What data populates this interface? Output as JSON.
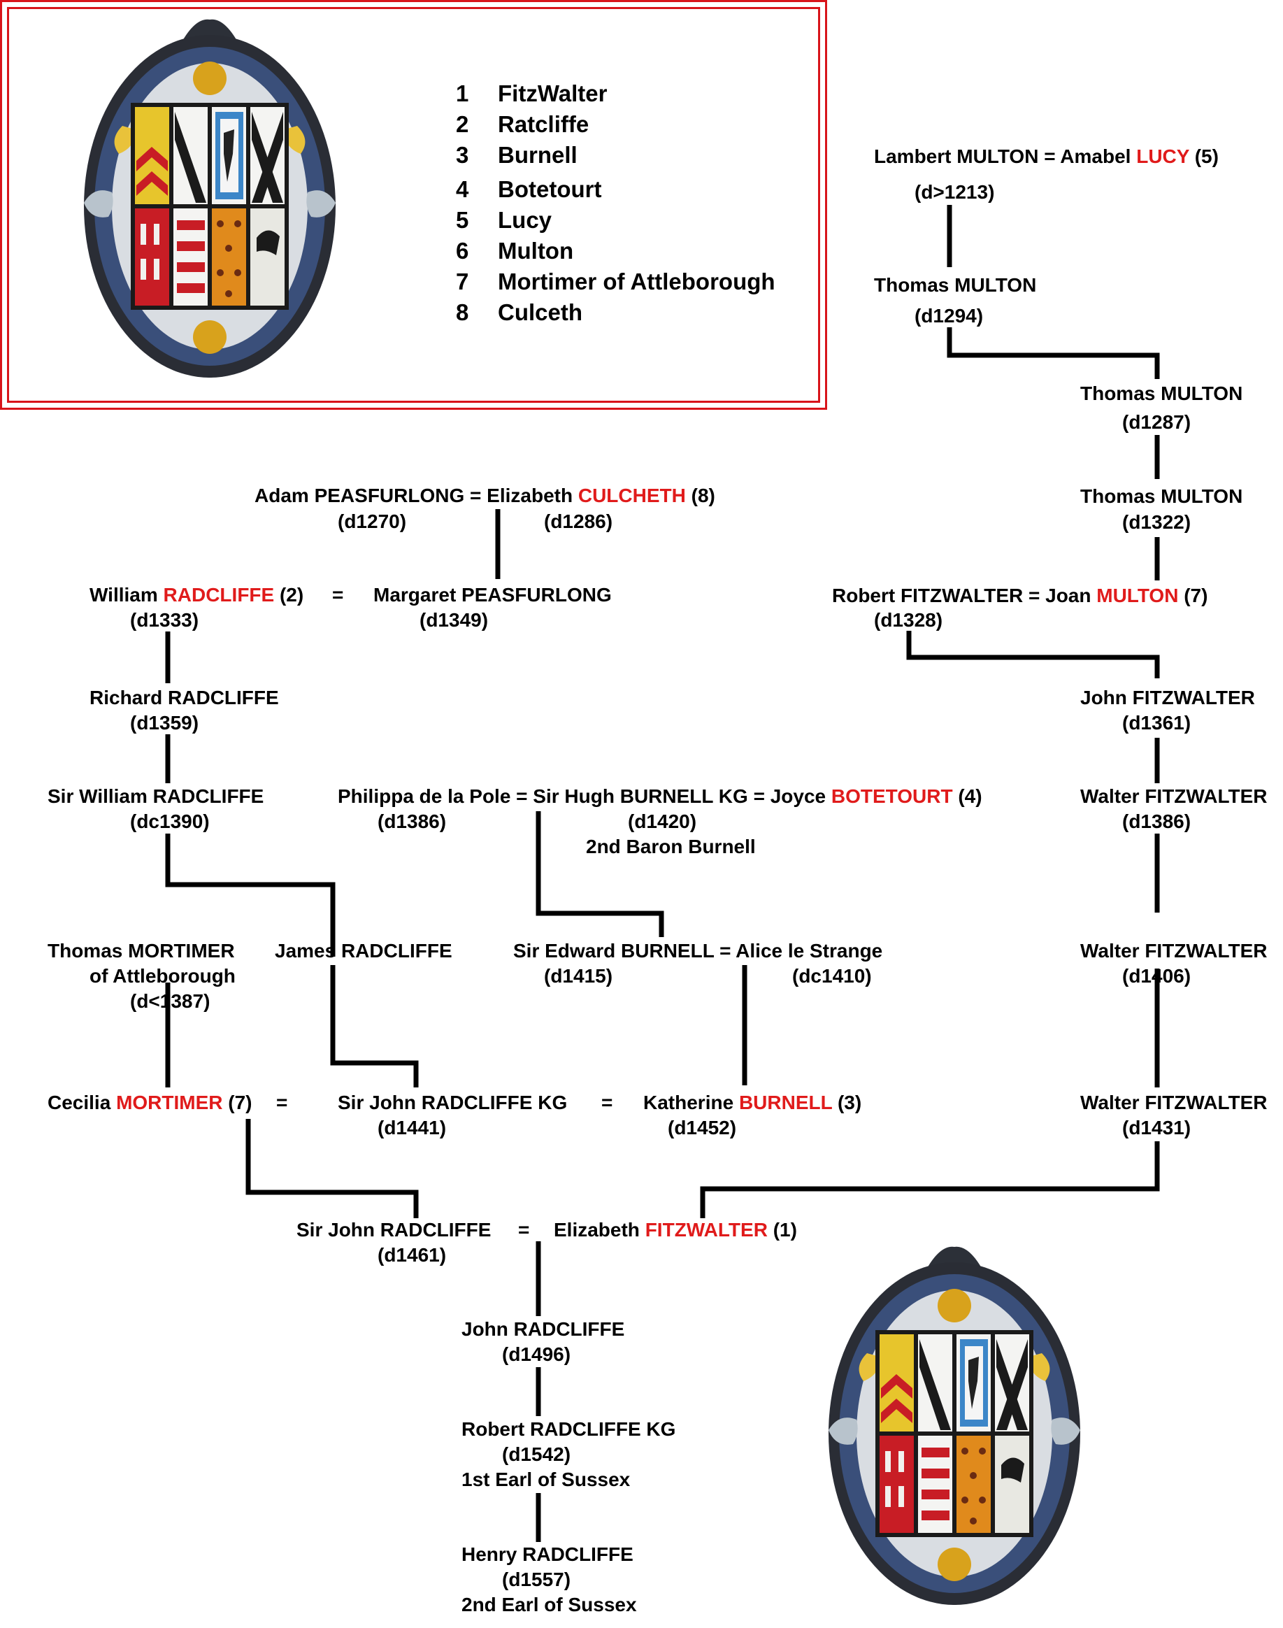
{
  "legend": [
    {
      "n": "1",
      "name": "FitzWalter"
    },
    {
      "n": "2",
      "name": "Ratcliffe"
    },
    {
      "n": "3",
      "name": "Burnell"
    },
    {
      "n": "4",
      "name": "Botetourt"
    },
    {
      "n": "5",
      "name": "Lucy"
    },
    {
      "n": "6",
      "name": "Multon"
    },
    {
      "n": "7",
      "name": "Mortimer of Attleborough"
    },
    {
      "n": "8",
      "name": "Culceth"
    }
  ],
  "people": {
    "lambert_pre": "Lambert MULTON = Amabel ",
    "lambert_red": "LUCY",
    "lambert_post": " (5)",
    "lambert_d": "(d>1213)",
    "thomas1": "Thomas MULTON",
    "thomas1_d": "(d1294)",
    "thomas2": "Thomas MULTON",
    "thomas2_d": "(d1287)",
    "thomas3": "Thomas MULTON",
    "thomas3_d": "(d1322)",
    "robert_pre": "Robert FITZWALTER  =  Joan ",
    "robert_red": "MULTON",
    "robert_post": " (7)",
    "robert_d": "(d1328)",
    "john_fw": "John FITZWALTER",
    "john_fw_d": "(d1361)",
    "walter1": "Walter FITZWALTER",
    "walter1_d": "(d1386)",
    "walter2": "Walter FITZWALTER",
    "walter2_d": "(d1406)",
    "walter3": "Walter FITZWALTER",
    "walter3_d": "(d1431)",
    "adam_pre": "Adam PEASFURLONG  =  Elizabeth ",
    "adam_red": "CULCHETH",
    "adam_post": " (8)",
    "adam_d": "(d1270)",
    "elizabeth_c_d": "(d1286)",
    "william_pre": "William ",
    "william_red": "RADCLIFFE",
    "william_post": " (2)",
    "william_d": "(d1333)",
    "eq1": "=",
    "margaret": "Margaret PEASFURLONG",
    "margaret_d": "(d1349)",
    "richard": "Richard RADCLIFFE",
    "richard_d": "(d1359)",
    "sir_william": "Sir William RADCLIFFE",
    "sir_william_d": "(dc1390)",
    "philippa": "Philippa de la Pole  =  Sir Hugh BURNELL KG  = Joyce ",
    "philippa_red": "BOTETOURT",
    "philippa_post": " (4)",
    "philippa_d": "(d1386)",
    "hugh_d": "(d1420)",
    "hugh_title": "2nd Baron Burnell",
    "thomas_mort": "Thomas MORTIMER",
    "thomas_mort2": "of Attleborough",
    "thomas_mort_d": "(d<1387)",
    "james": "James RADCLIFFE",
    "edward": "Sir Edward BURNELL = Alice le Strange",
    "edward_d": "(d1415)",
    "alice_d": "(dc1410)",
    "cecilia_pre": "Cecilia ",
    "cecilia_red": "MORTIMER",
    "cecilia_post": " (7)",
    "eq2": "=",
    "sir_john_kg": "Sir John RADCLIFFE KG",
    "sir_john_kg_d": "(d1441)",
    "eq3": "=",
    "katherine_pre": "Katherine ",
    "katherine_red": "BURNELL",
    "katherine_post": " (3)",
    "katherine_d": "(d1452)",
    "sir_john": "Sir John RADCLIFFE",
    "eq4": "=",
    "elizabeth_fw_pre": "Elizabeth ",
    "elizabeth_fw_red": "FITZWALTER",
    "elizabeth_fw_post": " (1)",
    "sir_john_d": "(d1461)",
    "john_r": "John RADCLIFFE",
    "john_r_d": "(d1496)",
    "robert_r": "Robert RADCLIFFE KG",
    "robert_r_d": "(d1542)",
    "robert_r_title": "1st Earl of Sussex",
    "henry": "Henry RADCLIFFE",
    "henry_d": "(d1557)",
    "henry_title": "2nd Earl of Sussex"
  },
  "colors": {
    "highlight": "#e01b1b",
    "frame": "#d8141a",
    "line": "#000000"
  }
}
